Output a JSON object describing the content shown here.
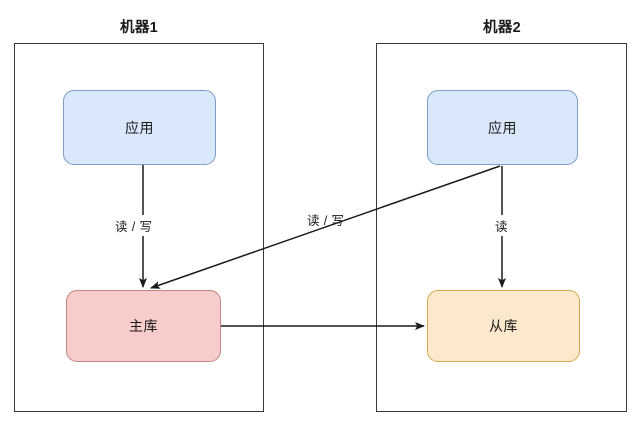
{
  "diagram": {
    "title_machine1": "机器1",
    "title_machine2": "机器2",
    "nodes": {
      "app1": "应用",
      "app2": "应用",
      "master_db": "主库",
      "slave_db": "从库"
    },
    "edge_labels": {
      "app1_to_master": "读 / 写",
      "app2_to_master": "读 / 写",
      "app2_to_slave": "读",
      "master_to_slave": ""
    },
    "colors": {
      "app_fill": "#dae8fc",
      "app_stroke": "#7d9dc4",
      "master_fill": "#f7ccca",
      "master_stroke": "#c08683",
      "slave_fill": "#fce8ca",
      "slave_stroke": "#d6a84c",
      "container_stroke": "#3a3a3a",
      "edge_stroke": "#1a1a1a",
      "background": "#ffffff"
    }
  }
}
